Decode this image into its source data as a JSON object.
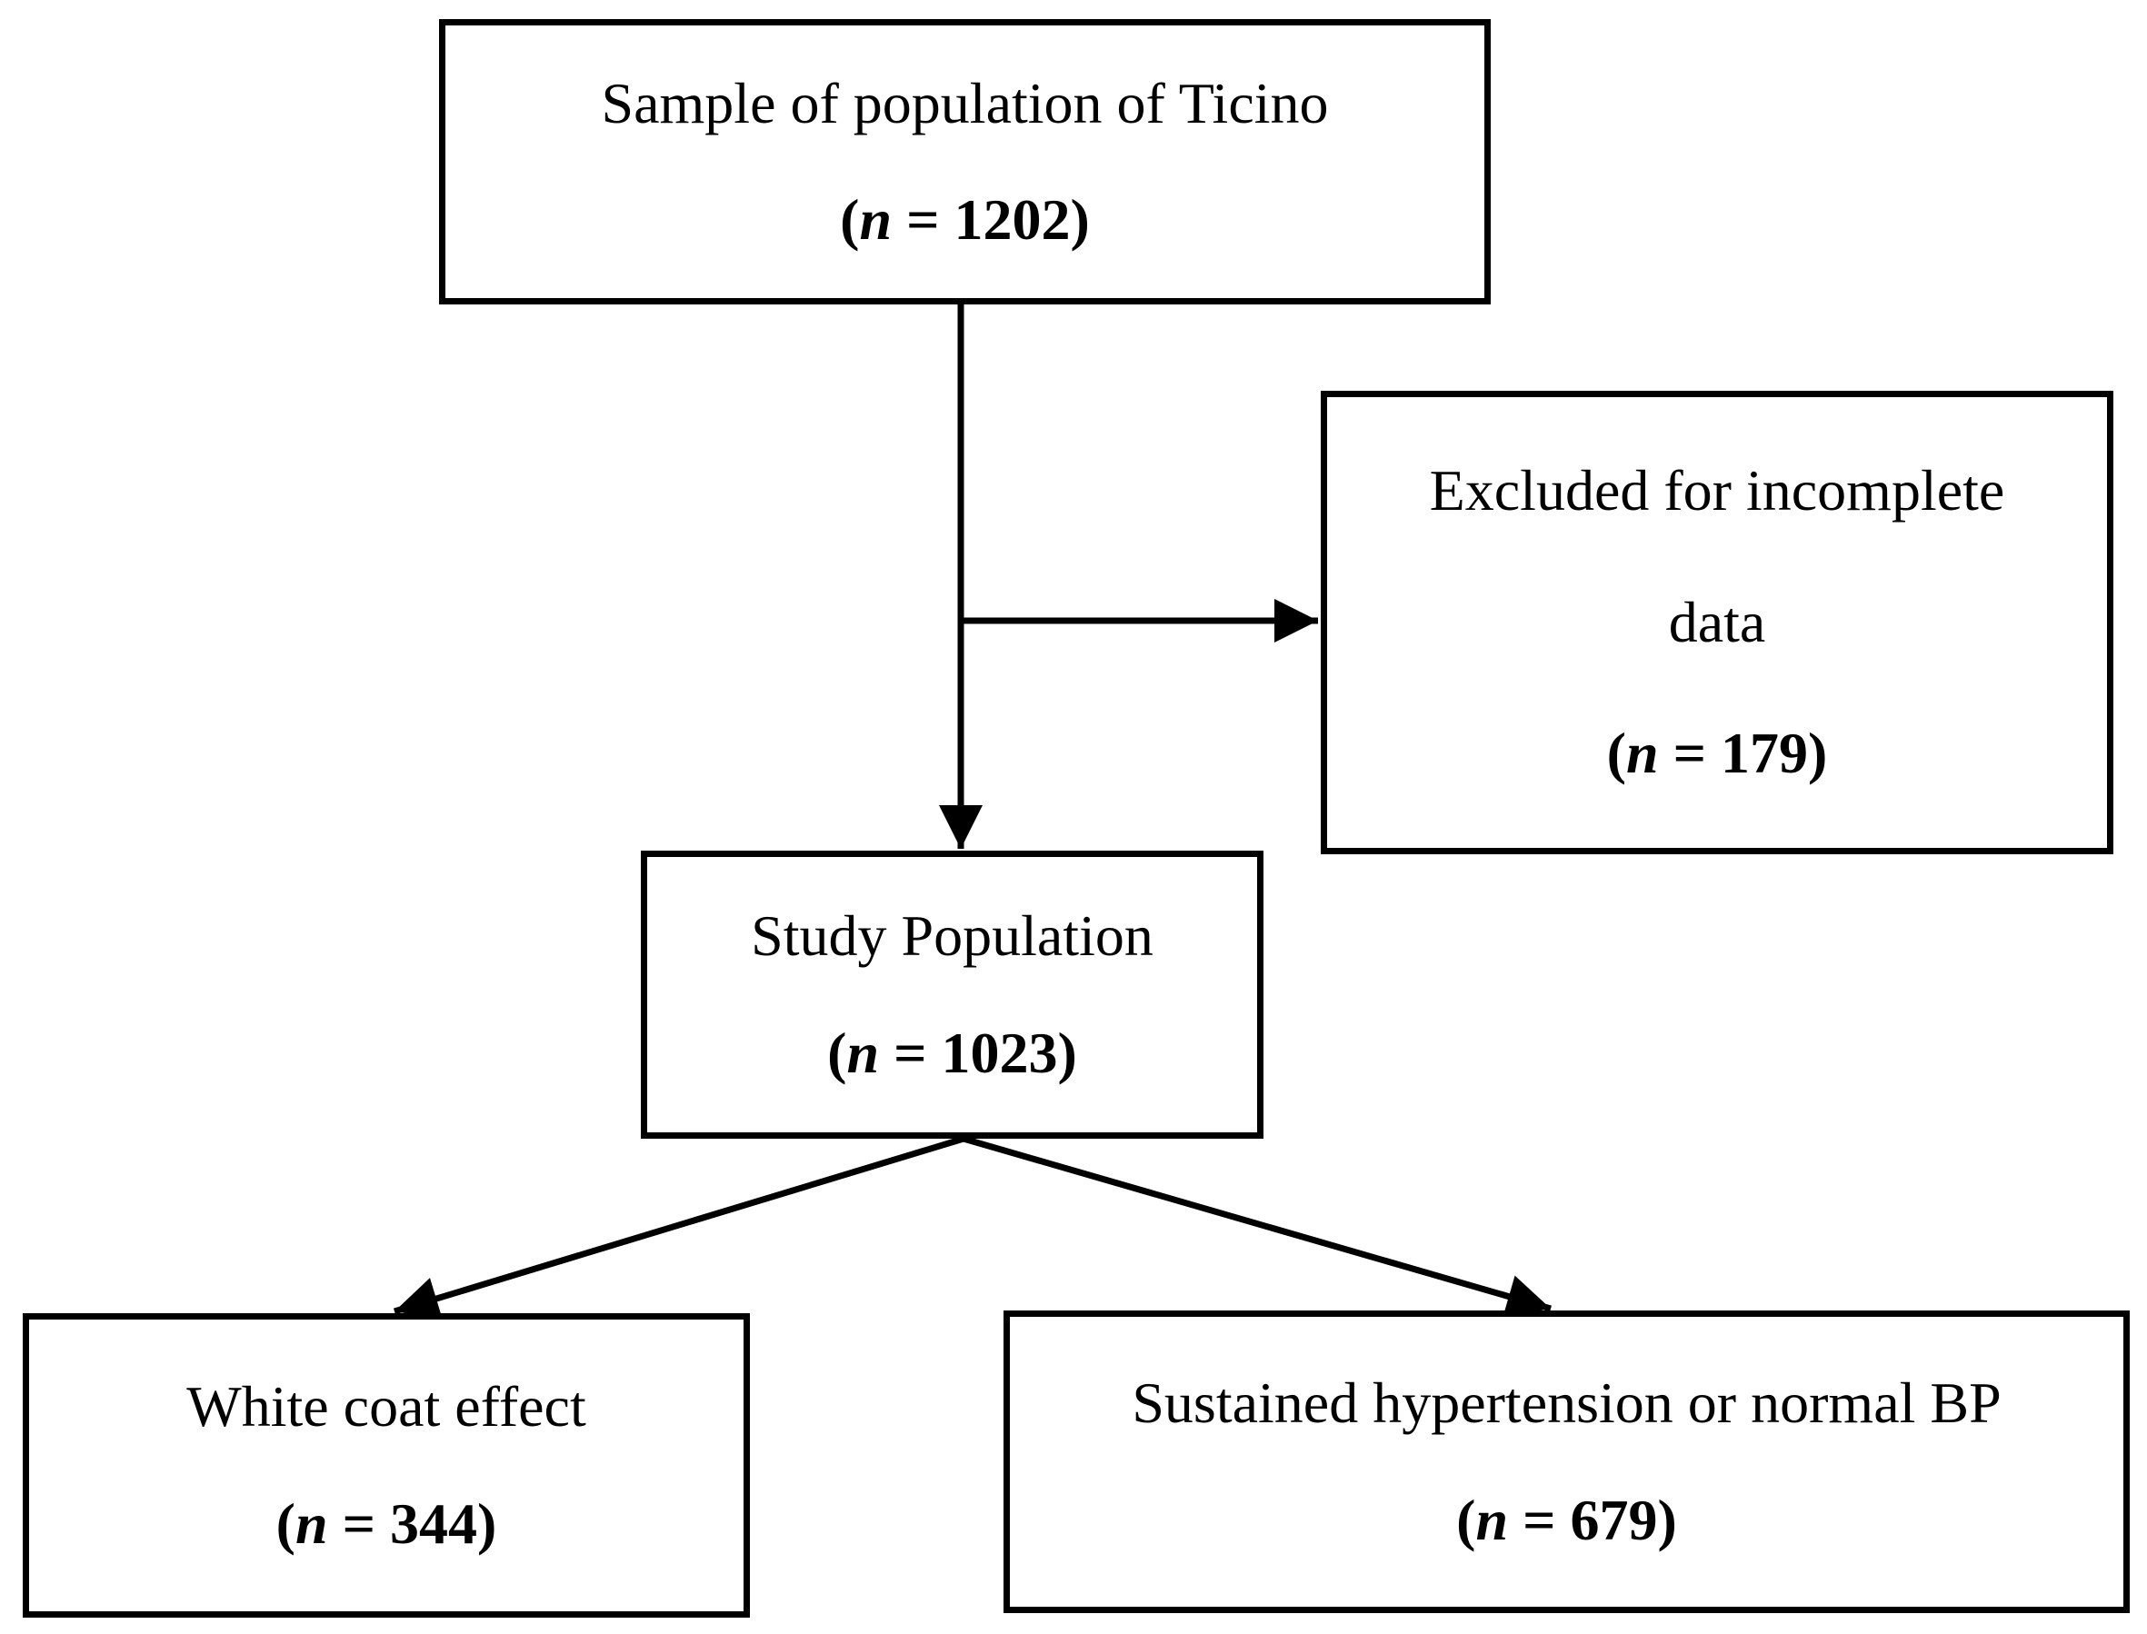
{
  "figure": {
    "type": "flowchart",
    "colors": {
      "ink": "#000000",
      "background": "#ffffff"
    },
    "nodes": [
      {
        "id": "sample-population",
        "title_lines": [
          "Sample of population of Ticino"
        ],
        "count": {
          "open": "(",
          "var": "n",
          "rest": " = 1202)"
        }
      },
      {
        "id": "excluded-incomplete-data",
        "title_lines": [
          "Excluded for incomplete",
          "data"
        ],
        "count": {
          "open": "(",
          "var": "n",
          "rest": " = 179)"
        }
      },
      {
        "id": "study-population",
        "title_lines": [
          "Study Population"
        ],
        "count": {
          "open": "(",
          "var": "n",
          "rest": " = 1023)"
        }
      },
      {
        "id": "white-coat-effect",
        "title_lines": [
          "White coat effect"
        ],
        "count": {
          "open": "(",
          "var": "n",
          "rest": " = 344)"
        }
      },
      {
        "id": "sustained-hypertension-or-normal-bp",
        "title_lines": [
          "Sustained hypertension or normal BP"
        ],
        "count": {
          "open": "(",
          "var": "n",
          "rest": " = 679)"
        }
      }
    ],
    "edges": [
      {
        "from": "sample-population",
        "to": "study-population"
      },
      {
        "from": "sample-population",
        "to": "excluded-incomplete-data"
      },
      {
        "from": "study-population",
        "to": "white-coat-effect"
      },
      {
        "from": "study-population",
        "to": "sustained-hypertension-or-normal-bp"
      }
    ]
  }
}
